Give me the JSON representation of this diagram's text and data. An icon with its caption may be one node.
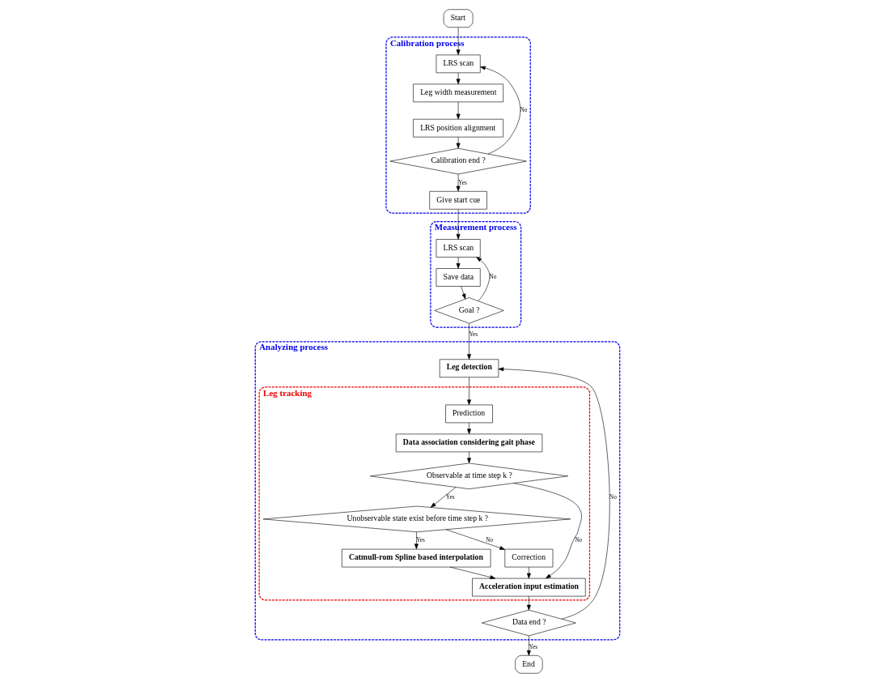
{
  "diagram": {
    "nodes": [
      {
        "text": [
          "Start"
        ]
      },
      {
        "text": [
          "Calibration process"
        ]
      },
      {
        "text": [
          "LRS scan"
        ],
        "in": 1
      },
      {
        "text": [
          "Leg width measurement"
        ],
        "in": 1
      },
      {
        "text": [
          "LRS position alignment"
        ],
        "in": 1
      },
      {
        "text": [
          "Calibration end ?"
        ],
        "in": 1
      },
      {
        "text": [
          "Give start cue"
        ],
        "in": 1
      },
      {
        "text": [
          "Measurement process"
        ]
      },
      {
        "text": [
          "LRS scan"
        ],
        "in": 7
      },
      {
        "text": [
          "Save data"
        ],
        "in": 7
      },
      {
        "text": [
          "Goal ?"
        ],
        "in": 7
      },
      {
        "text": [
          "Analyzing process"
        ]
      },
      {
        "text": [
          "Leg detection"
        ],
        "in": 11
      },
      {
        "text": [
          "Leg tracking"
        ],
        "in": 11
      },
      {
        "text": [
          "Prediction"
        ],
        "in": 13
      },
      {
        "text": [
          "Data association considering gait phase"
        ],
        "in": 13
      },
      {
        "text": [
          "Observable at time step k ?"
        ],
        "in": 13
      },
      {
        "text": [
          "Unobservable state exist before time step k ?"
        ],
        "in": 13
      },
      {
        "text": [
          "Catmull-rom Spline based interpolation"
        ],
        "in": 13
      },
      {
        "text": [
          "Correction"
        ],
        "in": 13
      },
      {
        "text": [
          "Acceleration input estimation"
        ],
        "in": 13
      },
      {
        "text": [
          "Data end ?"
        ],
        "in": 11
      },
      {
        "text": [
          "End"
        ]
      }
    ],
    "edges": [
      {
        "from": 0,
        "to": 2,
        "arrow": "to"
      },
      {
        "from": 2,
        "to": 3,
        "arrow": "to"
      },
      {
        "from": 3,
        "to": 4,
        "arrow": "to"
      },
      {
        "from": 4,
        "to": 5,
        "arrow": "to"
      },
      {
        "from": 5,
        "to": 2,
        "arrow": "to",
        "label": "No"
      },
      {
        "from": 5,
        "to": 6,
        "arrow": "to",
        "label": "Yes"
      },
      {
        "from": 6,
        "to": 8,
        "arrow": "to"
      },
      {
        "from": 8,
        "to": 9,
        "arrow": "to"
      },
      {
        "from": 9,
        "to": 10,
        "arrow": "to"
      },
      {
        "from": 10,
        "to": 8,
        "arrow": "to",
        "label": "No"
      },
      {
        "from": 10,
        "to": 12,
        "arrow": "to",
        "label": "Yes"
      },
      {
        "from": 12,
        "to": 14,
        "arrow": "to"
      },
      {
        "from": 14,
        "to": 15,
        "arrow": "to"
      },
      {
        "from": 15,
        "to": 16,
        "arrow": "to"
      },
      {
        "from": 16,
        "to": 17,
        "arrow": "to",
        "label": "Yes"
      },
      {
        "from": 16,
        "to": 20,
        "arrow": "to",
        "label": "No"
      },
      {
        "from": 17,
        "to": 18,
        "arrow": "to",
        "label": "Yes"
      },
      {
        "from": 17,
        "to": 19,
        "arrow": "to",
        "label": "No"
      },
      {
        "from": 18,
        "to": 20,
        "arrow": "to"
      },
      {
        "from": 19,
        "to": 20,
        "arrow": "to"
      },
      {
        "from": 20,
        "to": 21,
        "arrow": "to"
      },
      {
        "from": 21,
        "to": 12,
        "arrow": "to",
        "label": "No"
      },
      {
        "from": 21,
        "to": 22,
        "arrow": "to",
        "label": "Yes"
      }
    ]
  }
}
